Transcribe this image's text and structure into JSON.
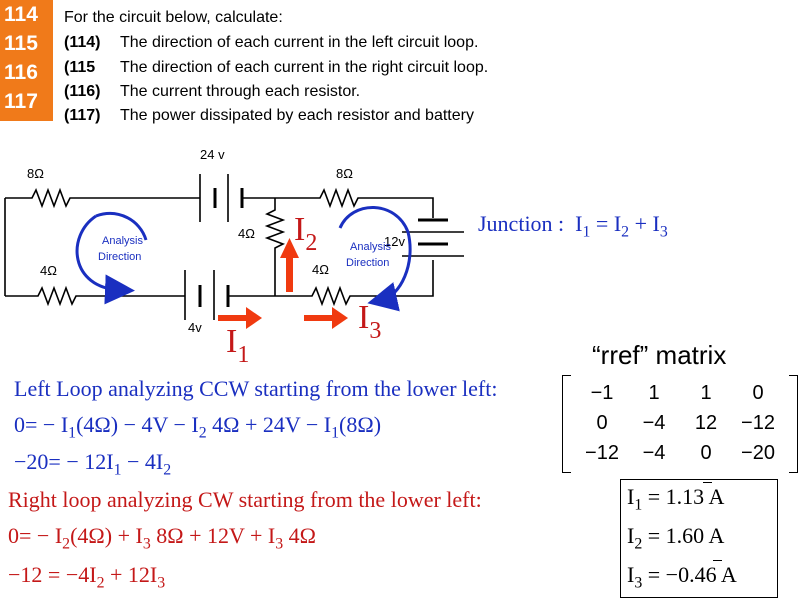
{
  "badge": [
    "114",
    "115",
    "116",
    "117"
  ],
  "prompt": {
    "intro": "For the circuit below, calculate:",
    "items": [
      {
        "num": "(114)",
        "text": "The direction of each current in the left circuit loop."
      },
      {
        "num": "(115",
        "text": "The direction of each current in the right circuit loop."
      },
      {
        "num": "(116)",
        "text": "The current through each resistor."
      },
      {
        "num": "(117)",
        "text": "The power dissipated by each resistor and battery"
      }
    ]
  },
  "circuit": {
    "battery_top": "24 v",
    "r_top_left": "8Ω",
    "r_top_right": "8Ω",
    "r_left": "4Ω",
    "r_middle": "4Ω",
    "r_bottom_right": "4Ω",
    "battery_bottom": "4v",
    "battery_right": "12v",
    "analysis_left": [
      "Analysis",
      "Direction"
    ],
    "analysis_right": [
      "Analysis",
      "Direction"
    ],
    "i1": "I",
    "i1_sub": "1",
    "i2": "I",
    "i2_sub": "2",
    "i3": "I",
    "i3_sub": "3"
  },
  "junction": {
    "label": "Junction :",
    "lhs": "I",
    "lhs_sub": "1",
    "rhs_a": "I",
    "rhs_a_sub": "2",
    "rhs_b": "I",
    "rhs_b_sub": "3"
  },
  "rref_title": "“rref” matrix",
  "matrix": [
    [
      "−1",
      "1",
      "1",
      "0"
    ],
    [
      "0",
      "−4",
      "12",
      "−12"
    ],
    [
      "−12",
      "−4",
      "0",
      "−20"
    ]
  ],
  "left_loop": {
    "heading": "Left Loop analyzing CCW starting from the lower left:",
    "eq1": [
      "0= − I",
      "1",
      "(4Ω) − 4V − I",
      "2",
      " 4Ω + 24V − I",
      "1",
      "(8Ω)"
    ],
    "eq2": [
      "−20= − 12I",
      "1",
      " − 4I",
      "2"
    ]
  },
  "right_loop": {
    "heading": "Right loop analyzing CW starting from the lower left:",
    "eq1": [
      "0= − I",
      "2",
      "(4Ω) + I",
      "3",
      " 8Ω + 12V + I",
      "3",
      " 4Ω"
    ],
    "eq2": [
      "−12 = −4I",
      "2",
      " + 12I",
      "3"
    ]
  },
  "results": [
    {
      "sym": "I",
      "sub": "1",
      "val": " = 1.13 A",
      "bar_after": "1.1"
    },
    {
      "sym": "I",
      "sub": "2",
      "val": " = 1.60 A"
    },
    {
      "sym": "I",
      "sub": "3",
      "val": " = −0.46 A"
    }
  ],
  "colors": {
    "badge": "#f07a1a",
    "blue": "#1a2fc0",
    "red": "#c41818",
    "arrow": "#f03a10"
  }
}
